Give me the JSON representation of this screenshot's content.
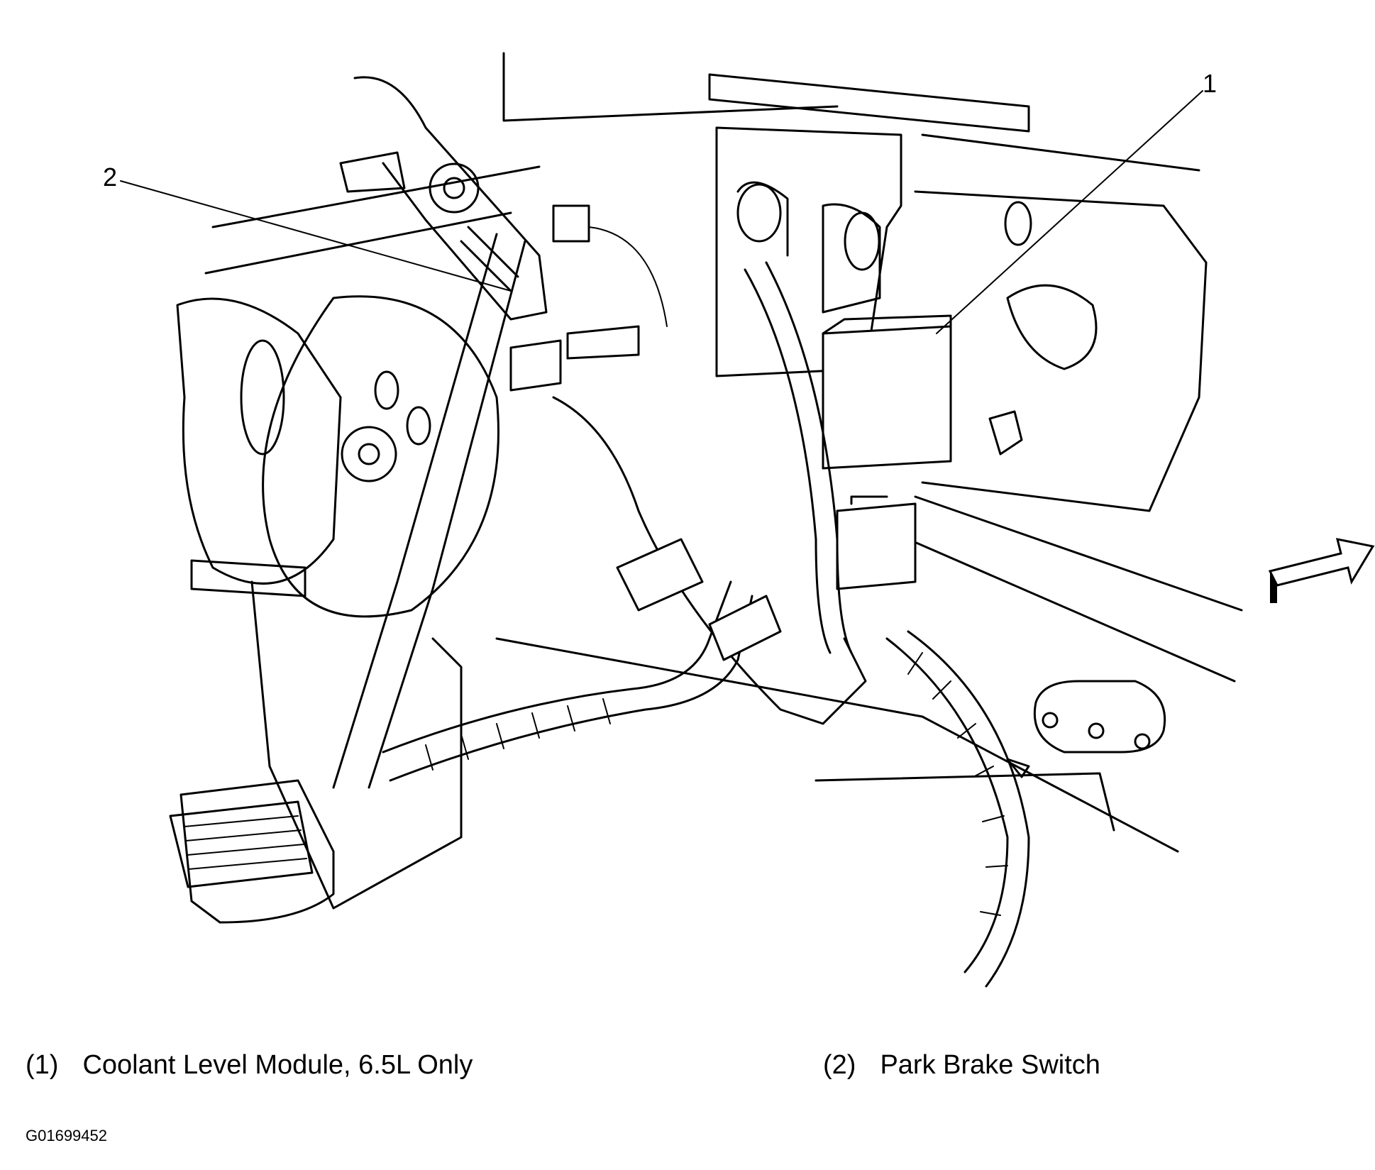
{
  "diagram": {
    "callouts": [
      {
        "number": "1"
      },
      {
        "number": "2"
      }
    ],
    "legend": [
      {
        "number": "(1)",
        "label": "Coolant Level Module, 6.5L Only"
      },
      {
        "number": "(2)",
        "label": "Park Brake Switch"
      }
    ],
    "figure_id": "G01699452",
    "icons": [
      "direction-arrow-icon"
    ]
  }
}
